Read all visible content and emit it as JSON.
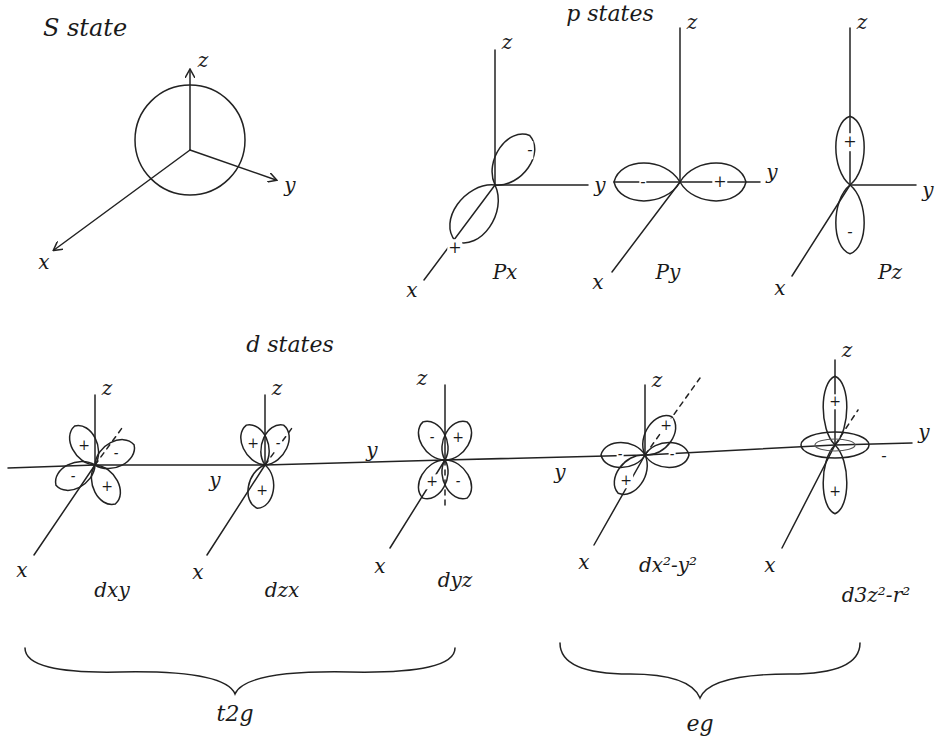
{
  "diagram": {
    "labels": [
      "S state",
      "z",
      "y",
      "x",
      "p states",
      "z",
      "+",
      "-",
      "x",
      "Px",
      "z",
      "y",
      "y",
      "x",
      "-",
      "+",
      "Py",
      "z",
      "y",
      "x",
      "+",
      "-",
      "Pz",
      "d states",
      "z",
      "x",
      "+",
      "-",
      "-",
      "+",
      "y",
      "dxy",
      "z",
      "+",
      "-",
      "+",
      "x",
      "dzx",
      "z",
      "y",
      "-",
      "+",
      "+",
      "-",
      "x",
      "dyz",
      "z",
      "-",
      "+",
      "-",
      "+",
      "y",
      "x",
      "dx²-y²",
      "z",
      "+",
      "-",
      "y",
      "+",
      "x",
      "d3z²-r²",
      "t2g",
      "eg"
    ]
  }
}
